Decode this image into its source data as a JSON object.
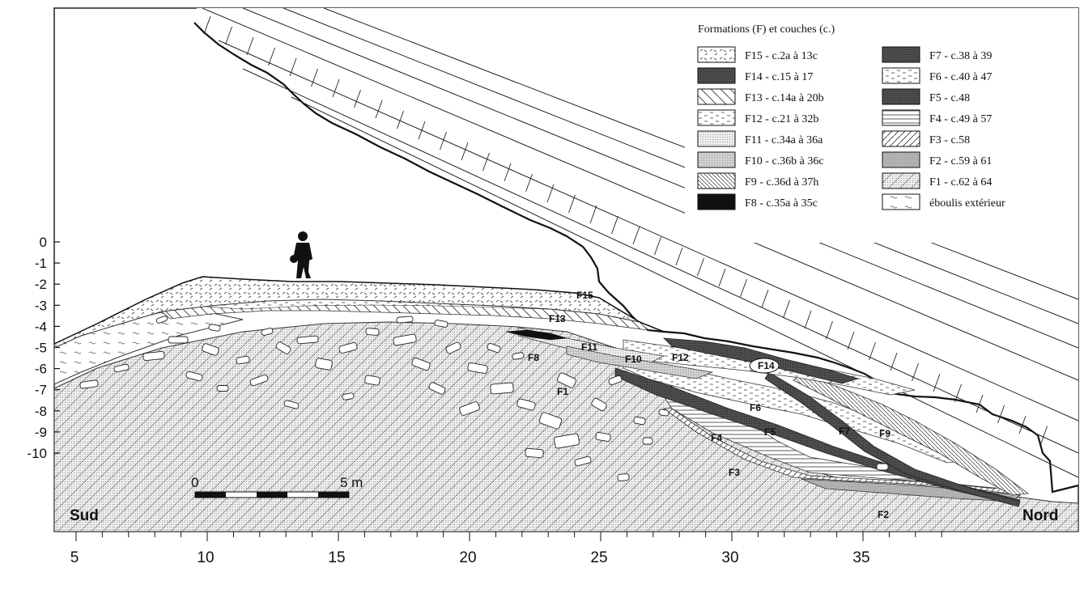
{
  "axes": {
    "y_ticks": [
      "0",
      "-1",
      "-2",
      "-3",
      "-4",
      "-5",
      "-6",
      "-7",
      "-8",
      "-9",
      "-10"
    ],
    "x_ticks": [
      "5",
      "10",
      "15",
      "20",
      "25",
      "30",
      "35"
    ]
  },
  "directions": {
    "left": "Sud",
    "right": "Nord"
  },
  "scale_bar": {
    "start": "0",
    "end": "5 m"
  },
  "legend": {
    "title": "Formations (F) et couches (c.)",
    "left": [
      {
        "label": "F15 - c.2a à 13c",
        "pattern": "dashes"
      },
      {
        "label": "F14 - c.15 à 17",
        "pattern": "dark"
      },
      {
        "label": "F13 - c.14a à 20b",
        "pattern": "diag-wide"
      },
      {
        "label": "F12 - c.21 à 32b",
        "pattern": "short-dash"
      },
      {
        "label": "F11 - c.34a à 36a",
        "pattern": "dots-light"
      },
      {
        "label": "F10 - c.36b à 36c",
        "pattern": "dots-dense"
      },
      {
        "label": "F9 - c.36d à 37h",
        "pattern": "diag-fine"
      },
      {
        "label": "F8 - c.35a à 35c",
        "pattern": "black"
      }
    ],
    "right": [
      {
        "label": "F7 - c.38 à 39",
        "pattern": "dark"
      },
      {
        "label": "F6 - c.40 à 47",
        "pattern": "short-dash"
      },
      {
        "label": "F5 - c.48",
        "pattern": "dark"
      },
      {
        "label": "F4 - c.49 à 57",
        "pattern": "hlines"
      },
      {
        "label": "F3 - c.58",
        "pattern": "diag-fwd"
      },
      {
        "label": "F2 - c.59 à 61",
        "pattern": "gray"
      },
      {
        "label": "F1 - c.62 à 64",
        "pattern": "dots-hatch"
      },
      {
        "label": "éboulis extérieur",
        "pattern": "tilde"
      }
    ]
  },
  "layer_labels": [
    "F15",
    "F13",
    "F11",
    "F10",
    "F12",
    "F14",
    "F8",
    "F1",
    "F6",
    "F7",
    "F9",
    "F5",
    "F4",
    "F3",
    "F2"
  ],
  "colors": {
    "ink": "#111111",
    "fill_light": "#e9e9e9",
    "fill_mid": "#b5b5b5",
    "fill_dark": "#4a4a4a"
  }
}
